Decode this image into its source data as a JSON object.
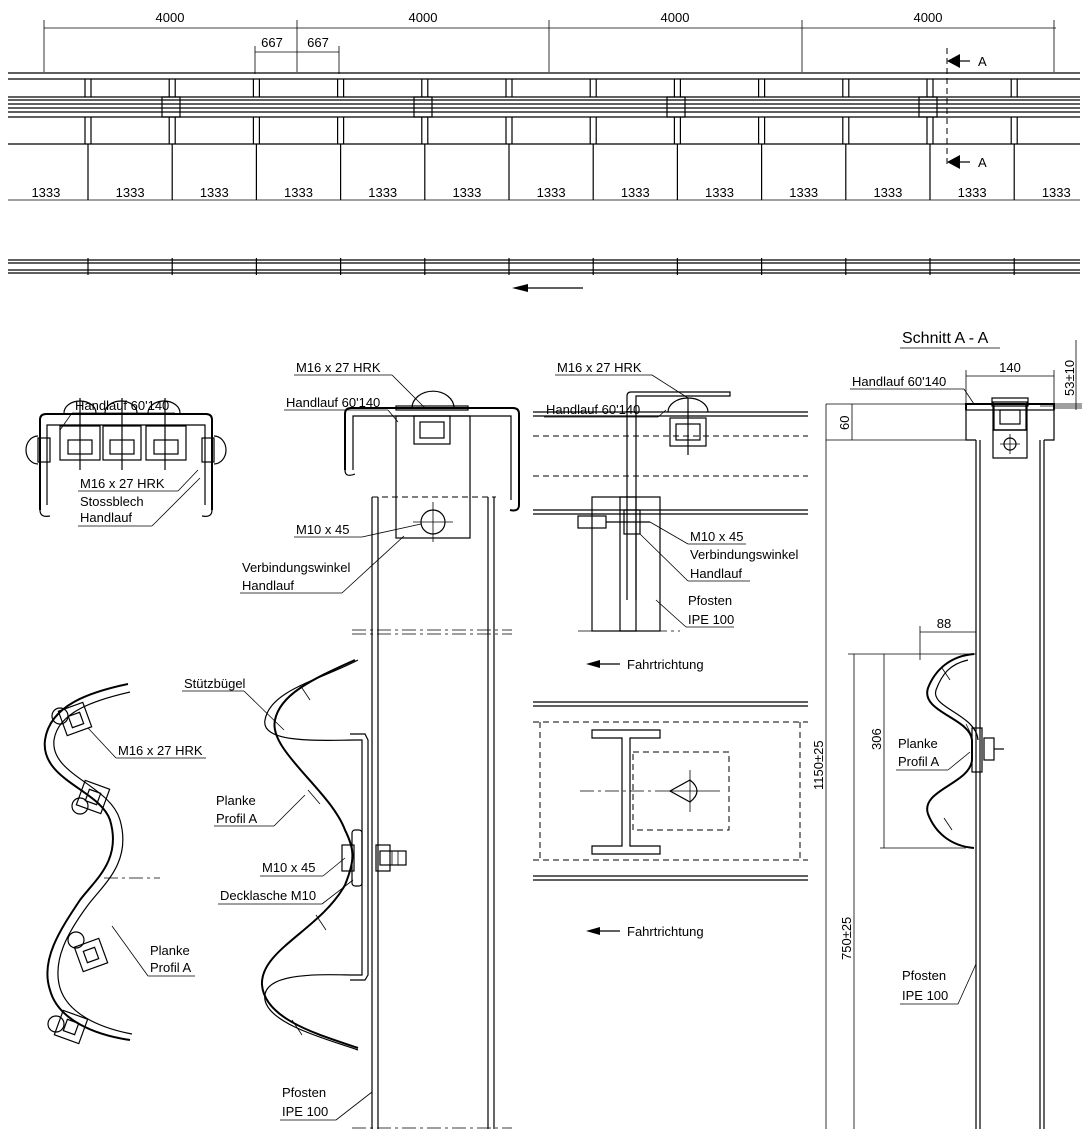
{
  "elevation": {
    "span_dims": [
      "4000",
      "4000",
      "4000",
      "4000"
    ],
    "sub_dims": [
      "667",
      "667"
    ],
    "post_dims": [
      "1333",
      "1333",
      "1333",
      "1333",
      "1333",
      "1333",
      "1333",
      "1333",
      "1333",
      "1333",
      "1333",
      "1333",
      "1333"
    ],
    "section_marker": "A"
  },
  "detail_handrail": {
    "label_handlauf": "Handlauf 60'140",
    "label_bolt": "M16 x 27 HRK",
    "label_stossblech_1": "Stossblech",
    "label_stossblech_2": "Handlauf"
  },
  "detail_profile": {
    "label_bolt": "M16 x 27 HRK",
    "label_planke_1": "Planke",
    "label_planke_2": "Profil A"
  },
  "detail_post": {
    "label_bolt": "M16 x 27 HRK",
    "label_handlauf": "Handlauf 60'140",
    "label_m10": "M10 x 45",
    "label_winkel_1": "Verbindungswinkel",
    "label_winkel_2": "Handlauf",
    "label_stutz": "Stützbügel",
    "label_planke_1": "Planke",
    "label_planke_2": "Profil A",
    "label_m10b": "M10 x 45",
    "label_decklasche": "Decklasche M10",
    "label_pfosten_1": "Pfosten",
    "label_pfosten_2": "IPE 100"
  },
  "detail_side": {
    "label_bolt": "M16 x 27 HRK",
    "label_handlauf": "Handlauf 60'140",
    "label_m10": "M10 x 45",
    "label_winkel_1": "Verbindungswinkel",
    "label_winkel_2": "Handlauf",
    "label_pfosten_1": "Pfosten",
    "label_pfosten_2": "IPE 100",
    "label_direction": "Fahrtrichtung"
  },
  "detail_plan": {
    "label_direction": "Fahrtrichtung"
  },
  "section": {
    "title": "Schnitt A - A",
    "label_handlauf": "Handlauf 60'140",
    "dim_140": "140",
    "dim_53": "53±10",
    "dim_60": "60",
    "dim_88": "88",
    "dim_306": "306",
    "dim_1150": "1150±25",
    "dim_750": "750±25",
    "label_planke_1": "Planke",
    "label_planke_2": "Profil A",
    "label_pfosten_1": "Pfosten",
    "label_pfosten_2": "IPE 100"
  }
}
